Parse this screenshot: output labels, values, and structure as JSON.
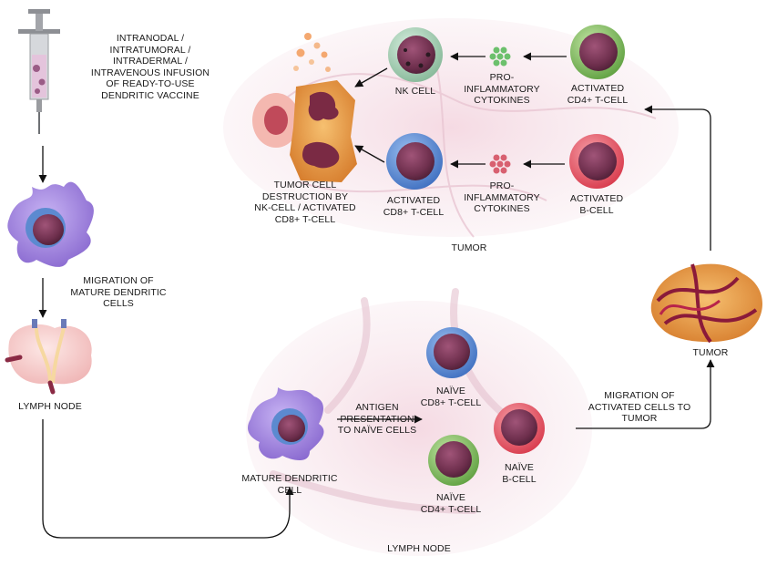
{
  "labels": {
    "injection": "INTRANODAL /\nINTRATUMORAL /\nINTRADERMAL /\nINTRAVENOUS INFUSION\nOF READY-TO-USE\nDENDRITIC VACCINE",
    "migration_dc": "MIGRATION OF\nMATURE DENDRITIC\nCELLS",
    "lymph_node_left": "LYMPH NODE",
    "mature_dc": "MATURE DENDRITIC\nCELL",
    "antigen_presentation": "ANTIGEN\nPRESENTATION\nTO NAÏVE CELLS",
    "naive_cd8": "NAÏVE\nCD8+ T-CELL",
    "naive_cd4": "NAÏVE\nCD4+ T-CELL",
    "naive_b": "NAÏVE\nB-CELL",
    "lymph_node_bottom": "LYMPH NODE",
    "migration_activated": "MIGRATION OF\nACTIVATED CELLS TO\nTUMOR",
    "tumor_right": "TUMOR",
    "nk_cell": "NK CELL",
    "cytokines_top": "PRO-\nINFLAMMATORY\nCYTOKINES",
    "activated_cd4": "ACTIVATED\nCD4+ T-CELL",
    "tumor_destruction": "TUMOR CELL\nDESTRUCTION BY\nNK-CELL / ACTIVATED\nCD8+ T-CELL",
    "activated_cd8": "ACTIVATED\nCD8+ T-CELL",
    "cytokines_bottom": "PRO-\nINFLAMMATORY\nCYTOKINES",
    "activated_b": "ACTIVATED\nB-CELL",
    "tumor_top": "TUMOR"
  },
  "colors": {
    "arrow": "#111111",
    "cell_nucleus": "#7a3a58",
    "cd8_ring": "#4a7ac8",
    "cd4_ring": "#6fae4e",
    "b_ring": "#d84a5a",
    "nk_ring": "#8ab89a",
    "dendritic": "#a588d8",
    "tumor_orange": "#e8a048",
    "background_blob": "#f3dde4"
  }
}
